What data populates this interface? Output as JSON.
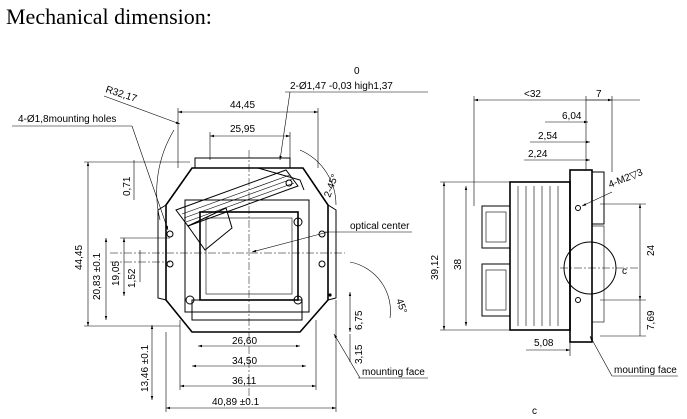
{
  "title": "Mechanical dimension:",
  "front_view": {
    "dims": {
      "d_44_45_top": "44,45",
      "d_25_95": "25,95",
      "d_26_60": "26,60",
      "d_34_50": "34,50",
      "d_36_11": "36,11",
      "d_40_89": "40,89 ±0.1",
      "d_44_45_left": "44,45",
      "d_20_83": "20,83 ±0.1",
      "d_19_05": "19,05",
      "d_1_52": "1,52",
      "d_0_71": "0,71",
      "d_13_46": "13,46 ±0.1",
      "d_6_75": "6,75",
      "d_3_15": "3,15",
      "d_2_45": "2-45°",
      "d_45": "45°",
      "d_0": "0"
    },
    "callouts": {
      "r32": "R32,17",
      "holes": "4-Ø1,8mounting holes",
      "pin": "2-Ø1,47 -0,03 high1,37",
      "optical_center": "optical center",
      "mounting_face": "mounting face"
    }
  },
  "side_view": {
    "dims": {
      "d_32": "<32",
      "d_7": "7",
      "d_6_04": "6,04",
      "d_2_54": "2,54",
      "d_2_24": "2,24",
      "d_39_12": "39,12",
      "d_38": "38",
      "d_24": "24",
      "d_7_69": "7,69",
      "d_5_08": "5,08"
    },
    "callouts": {
      "m2": "4-M2▽3",
      "mounting_face": "mounting face",
      "c_mark": "c",
      "c_bottom": "c"
    }
  }
}
